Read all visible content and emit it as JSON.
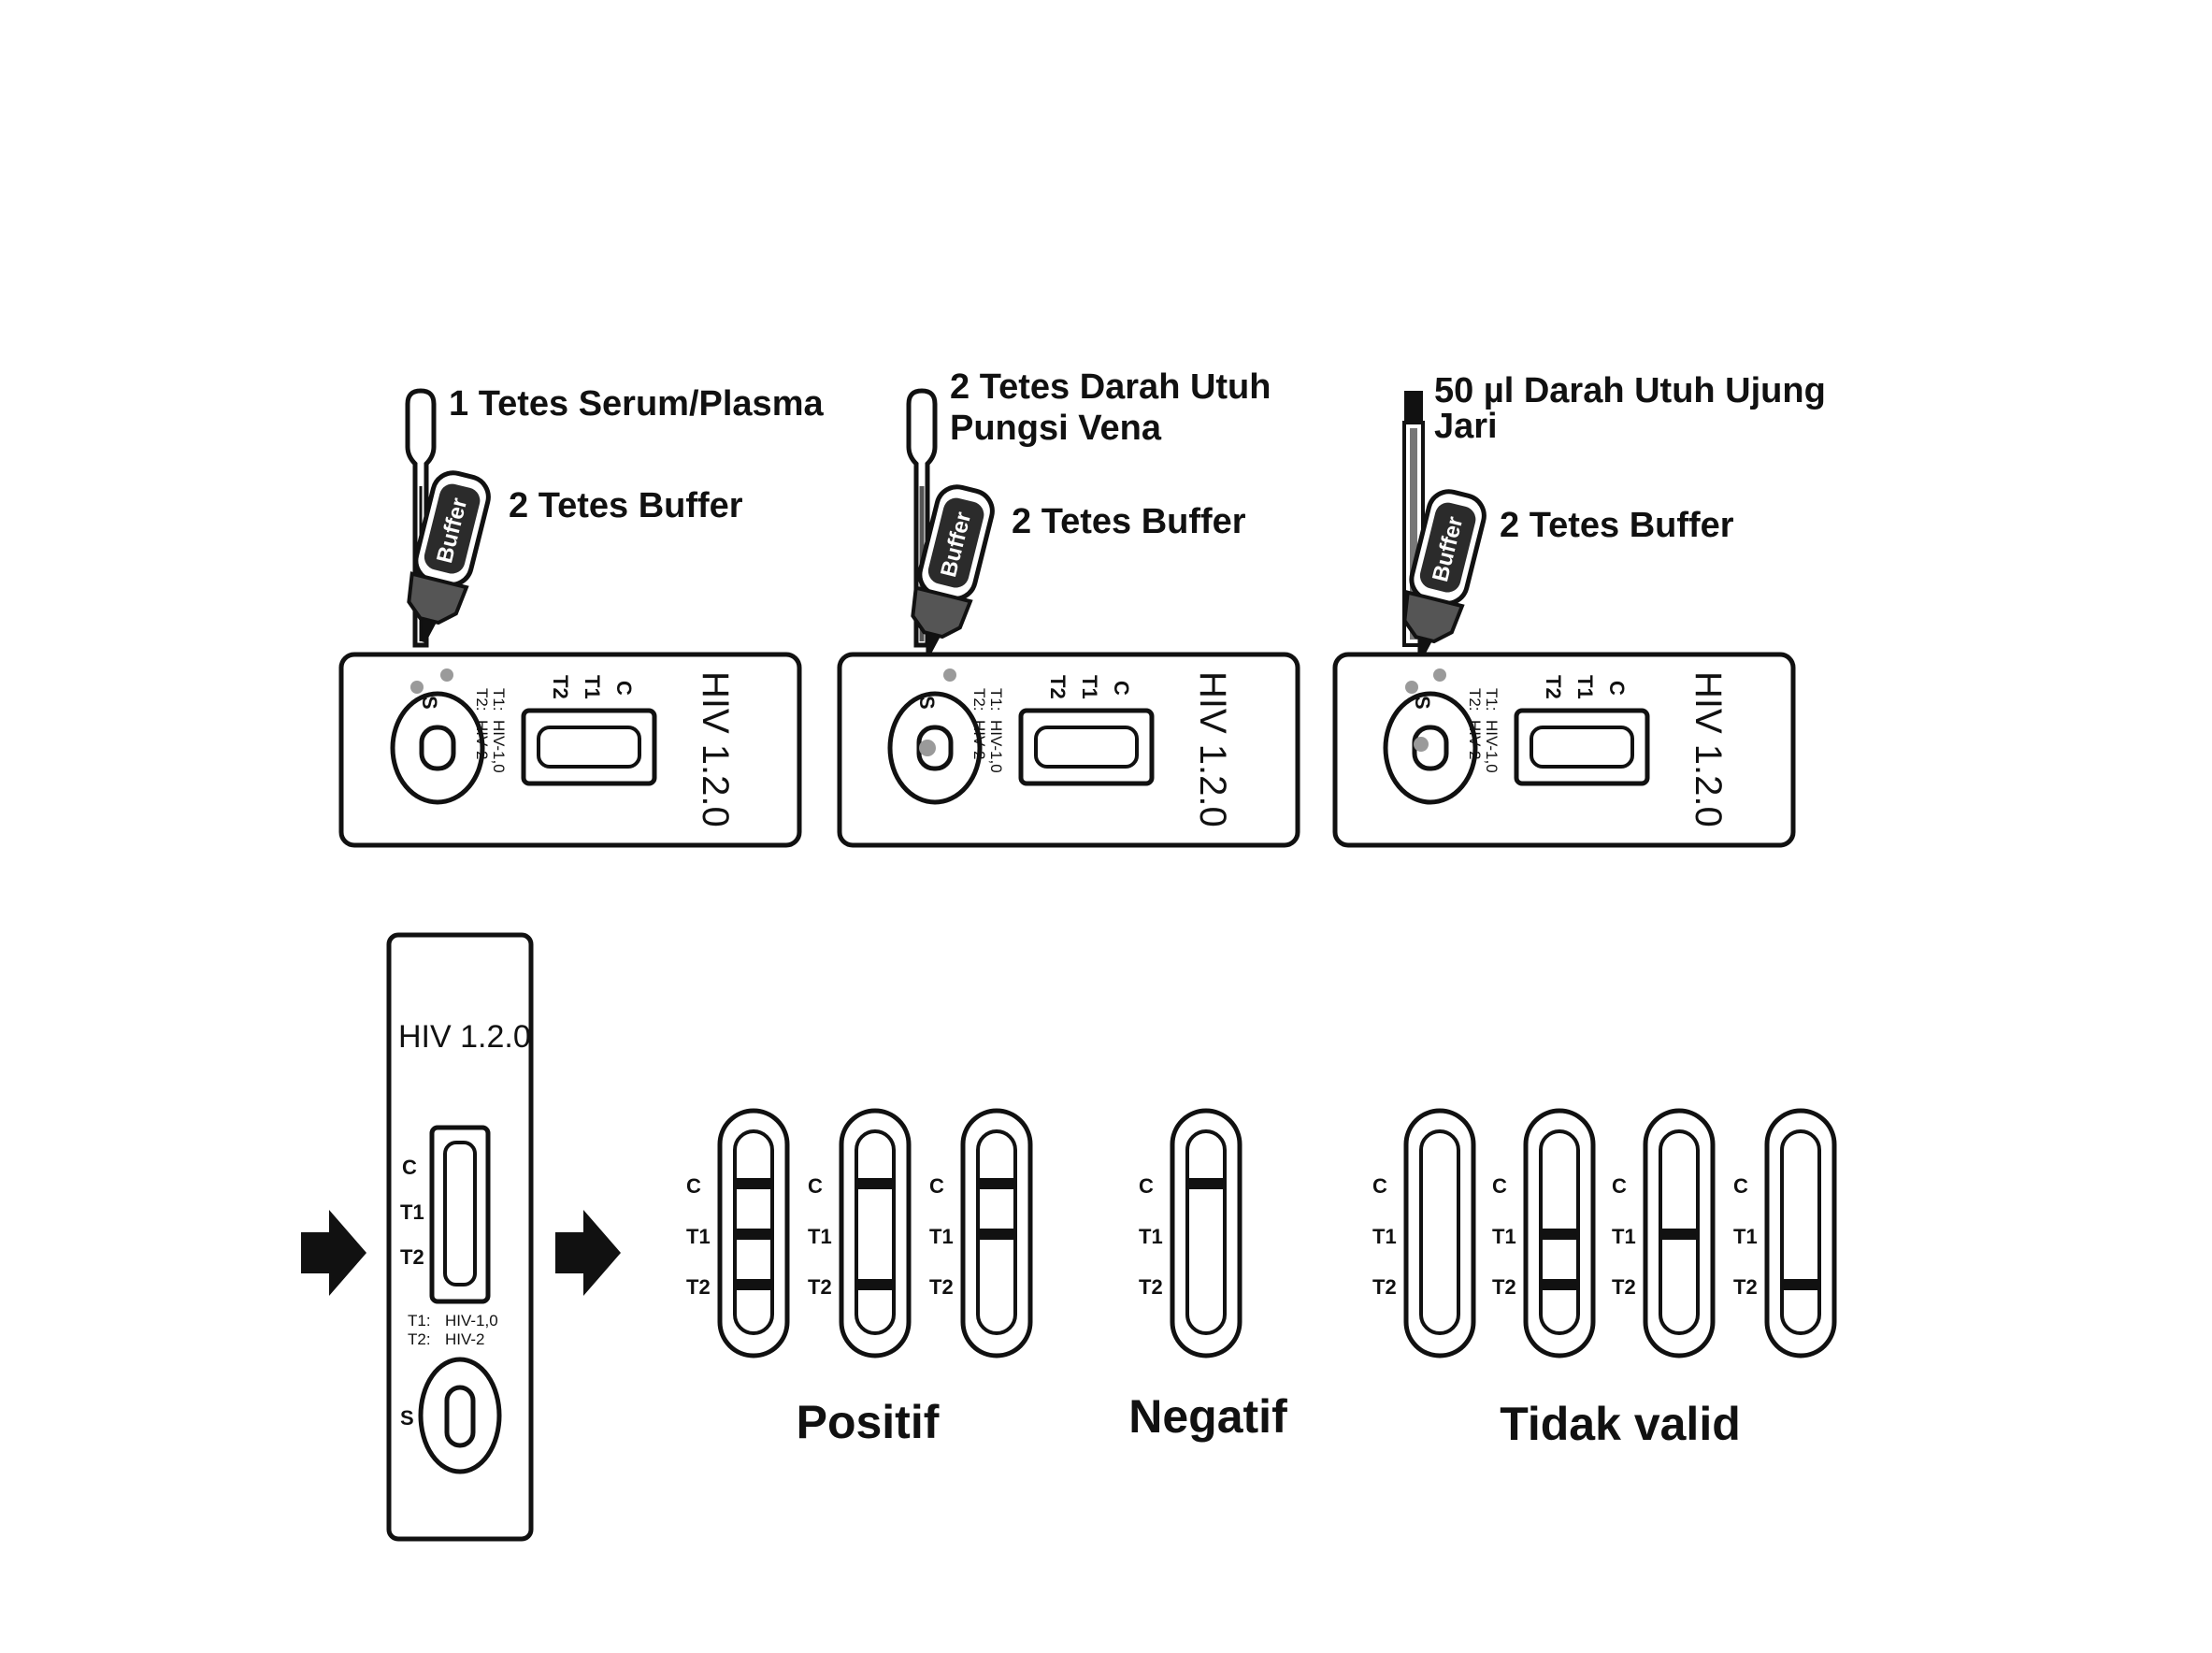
{
  "steps": [
    {
      "sample_label": "1 Tetes Serum/Plasma",
      "buffer_label": "2 Tetes Buffer",
      "tool": "pipette"
    },
    {
      "sample_label_line1": "2 Tetes Darah Utuh",
      "sample_label_line2": "Pungsi Vena",
      "buffer_label": "2 Tetes Buffer",
      "tool": "pipette"
    },
    {
      "sample_label_line1": "50 µl Darah Utuh Ujung",
      "sample_label_line2": "Jari",
      "buffer_label": "2 Tetes Buffer",
      "tool": "capillary"
    }
  ],
  "buffer_bottle_text": "Buffer",
  "cassette": {
    "name": "HIV 1.2.0",
    "line_c": "C",
    "line_t1": "T1",
    "line_t2": "T2",
    "sample_well": "S",
    "legend_t1": "T1:",
    "legend_t1_value": "HIV-1,0",
    "legend_t2": "T2:",
    "legend_t2_value": "HIV-2"
  },
  "results": {
    "positive_label": "Positif",
    "negative_label": "Negatif",
    "invalid_label": "Tidak valid",
    "positive_strips": [
      [
        "C",
        "T1",
        "T2"
      ],
      [
        "C",
        "T2"
      ],
      [
        "C",
        "T1"
      ]
    ],
    "negative_strips": [
      [
        "C"
      ]
    ],
    "invalid_strips": [
      [],
      [
        "T1",
        "T2"
      ],
      [
        "T1"
      ],
      [
        "T2"
      ]
    ]
  },
  "icons": {
    "arrow": "right-arrow-icon",
    "pipette": "pipette-icon",
    "capillary": "capillary-tube-icon",
    "bottle": "buffer-bottle-icon"
  }
}
